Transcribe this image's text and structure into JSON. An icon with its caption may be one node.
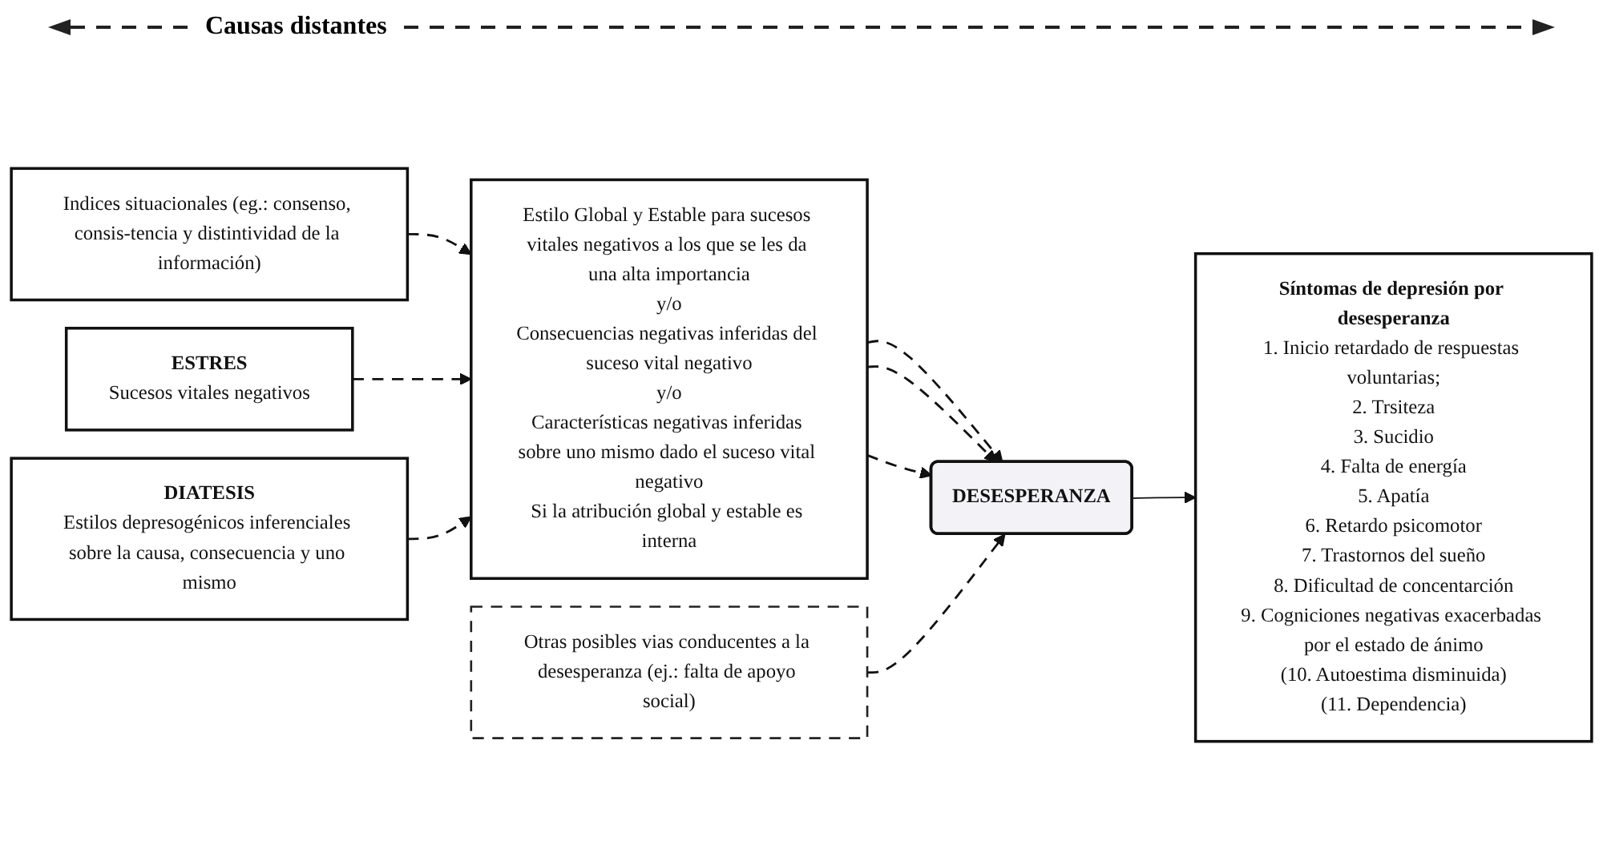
{
  "diagram": {
    "nodes": [
      {
        "text": [
          "Indices situacionales (eg.: consenso, consis-tencia y distintividad de la información)"
        ]
      },
      {
        "text": [
          "ESTRES",
          "Sucesos vitales negativos"
        ]
      },
      {
        "text": [
          "DIATESIS",
          "Estilos depresogénicos inferenciales sobre la causa, consecuencia y uno mismo"
        ]
      },
      {
        "text": [
          "Estilo Global y Estable para sucesos vitales negativos a los que se les da una alta importancia",
          "y/o",
          "Consecuencias negativas inferidas del suceso vital negativo",
          "y/o",
          "Características negativas inferidas sobre uno mismo dado el suceso vital negativo",
          "Si la atribución global y estable es interna"
        ]
      },
      {
        "text": [
          "DESESPERANZA"
        ]
      },
      {
        "text": [
          "Síntomas de depresión por desesperanza",
          "1. Inicio retardado de respuestas voluntarias;",
          "2. Trsiteza",
          "3. Sucidio",
          "4. Falta de energía",
          "5. Apatía",
          "6. Retardo psicomotor",
          "7. Trastornos del sueño",
          "8. Dificultad de concentarción",
          "9. Cogniciones negativas exacerbadas por el estado de ánimo",
          "(10. Autoestima disminuida)",
          "(11. Dependencia)"
        ]
      },
      {
        "text": [
          "Otras posibles vias conducentes a la desesperanza (ej.: falta de apoyo social)"
        ]
      }
    ],
    "edges": [
      {
        "from": 0,
        "to": 3,
        "arrow": "to",
        "style": "dashed"
      },
      {
        "from": 1,
        "to": 3,
        "arrow": "to",
        "style": "dashed"
      },
      {
        "from": 2,
        "to": 3,
        "arrow": "to",
        "style": "dashed"
      },
      {
        "from": 3,
        "to": 4,
        "arrow": "to",
        "style": "dashed"
      },
      {
        "from": 3,
        "to": 4,
        "arrow": "to",
        "style": "dashed"
      },
      {
        "from": 3,
        "to": 4,
        "arrow": "to",
        "style": "dashed"
      },
      {
        "from": 4,
        "to": 5,
        "arrow": "to"
      },
      {
        "from": 6,
        "to": 4,
        "arrow": "to",
        "style": "dashed"
      }
    ],
    "labels": [
      "Causas distantes"
    ]
  }
}
